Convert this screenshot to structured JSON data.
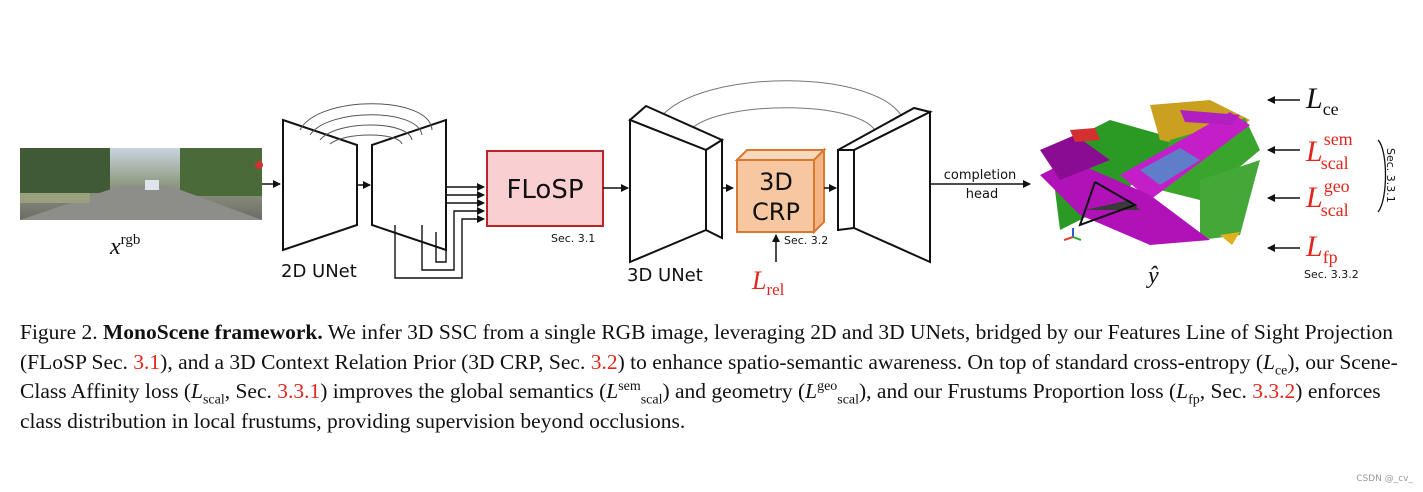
{
  "diagram": {
    "input_label": "x",
    "input_label_sup": "rgb",
    "unet2d_label": "2D UNet",
    "flosp_label": "FLoSP",
    "flosp_sec": "Sec. 3.1",
    "unet3d_label": "3D UNet",
    "crp_line1": "3D",
    "crp_line2": "CRP",
    "crp_sec": "Sec. 3.2",
    "rel_loss": "L",
    "rel_loss_sub": "rel",
    "head_line1": "completion",
    "head_line2": "head",
    "output_label": "ŷ",
    "loss_ce_sub": "ce",
    "loss_scal_sem_sup": "sem",
    "loss_scal_geo_sup": "geo",
    "loss_scal_sub": "scal",
    "loss_fp_sub": "fp",
    "loss_script": "L",
    "bracket_sec": "Sec. 3.3.1",
    "bottom_sec": "Sec. 3.3.2",
    "colors": {
      "flosp_fill": "#f9cfd2",
      "flosp_stroke": "#b8252b",
      "crp_fill": "#f6c7a0",
      "crp_stroke": "#d9782e",
      "red": "#e3261b"
    }
  },
  "caption": {
    "fig_label": "Figure 2.",
    "title": "MonoScene framework.",
    "t1": " We infer 3D SSC from a single RGB image, leveraging 2D and 3D UNets, bridged by our Features Line of Sight Projection (FLoSP Sec. ",
    "ref1": "3.1",
    "t2": "), and a 3D Context Relation Prior (3D CRP, Sec. ",
    "ref2": "3.2",
    "t3": ") to enhance spatio-semantic awareness. On top of standard cross-entropy (",
    "ce_sub": "ce",
    "t4": "), our Scene-Class Affinity loss (",
    "scal_sub": "scal",
    "t5": ", Sec. ",
    "ref3": "3.3.1",
    "t6": ") improves the global semantics (",
    "sem_sup": "sem",
    "t7": ") and geometry (",
    "geo_sup": "geo",
    "t8": "), and our Frustums Proportion loss (",
    "fp_sub": "fp",
    "t9": ", Sec. ",
    "ref4": "3.3.2",
    "t10": ") enforces class distribution in local frustums, providing supervision beyond occlusions.",
    "script_L": "L"
  },
  "watermark": "CSDN @_cv_"
}
